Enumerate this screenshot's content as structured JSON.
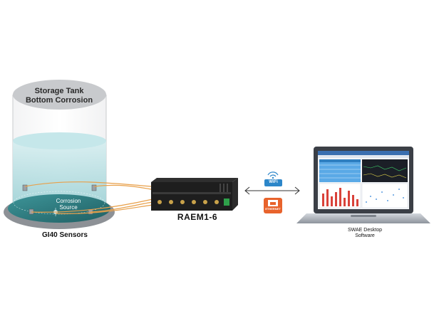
{
  "tank": {
    "title": "Storage Tank Bottom Corrosion",
    "title_lines": [
      "Storage Tank",
      "Bottom Corrosion"
    ],
    "corrosion_label_lines": [
      "Corrosion",
      "Source"
    ]
  },
  "sensors_label": "GI40 Sensors",
  "device": {
    "label": "RAEM1-6"
  },
  "connectivity": {
    "wifi_label": "WiFi",
    "ethernet_label": "ETHERNET"
  },
  "software": {
    "label_lines": [
      "SWAE Desktop",
      "Software"
    ]
  },
  "colors": {
    "tank_liquid": "#bfe3e6",
    "tank_floor": "#2f7f83",
    "cable": "#e8a04a",
    "device": "#1e1e1e",
    "wifi_badge": "#2c86c9",
    "ethernet_badge": "#e8632c",
    "laptop_body": "#b9bec6",
    "screen_header": "#3a6fb0"
  }
}
